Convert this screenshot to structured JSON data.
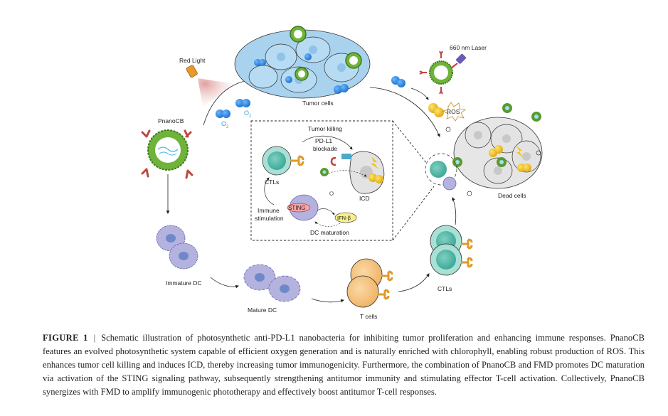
{
  "figure": {
    "labels": {
      "red_light": "Red Light",
      "pnanocb": "PnanoCB",
      "o2": "O",
      "o2_sub": "2",
      "tumor_cells": "Tumor cells",
      "laser": "660 nm Laser",
      "ros": "ROS",
      "dead_cells": "Dead cells",
      "immature_dc": "Immature DC",
      "mature_dc": "Mature DC",
      "t_cells": "T cells",
      "ctls_bottom": "CTLs"
    },
    "inset": {
      "title": "Tumor killing",
      "pdl1_line1": "PD-L1",
      "pdl1_line2": "blockade",
      "ctls": "CTLs",
      "icd": "ICD",
      "immune_line1": "Immune",
      "immune_line2": "stimulation",
      "sting": "STING",
      "ifn": "IFN-β",
      "dc_maturation": "DC maturation"
    },
    "colors": {
      "tumor_cell": "#a9d2ee",
      "nanobacteria_green": "#5a9a2e",
      "o2_blue": "#2f8fe0",
      "dead_cell": "#e6e6e6",
      "dc_purple": "#b4b2de",
      "tcell_orange": "#f6c98a",
      "ctl_teal": "#8fd6c8",
      "antibody_red": "#c0463e",
      "ros_yellow": "#f2c21a"
    }
  },
  "caption": {
    "figure_label": "FIGURE 1",
    "separator": "|",
    "text": "Schematic illustration of photosynthetic anti-PD-L1 nanobacteria for inhibiting tumor proliferation and enhancing immune responses. PnanoCB features an evolved photosynthetic system capable of efficient oxygen generation and is naturally enriched with chlorophyll, enabling robust production of ROS. This enhances tumor cell killing and induces ICD, thereby increasing tumor immunogenicity. Furthermore, the combination of PnanoCB and FMD promotes DC maturation via activation of the STING signaling pathway, subsequently strengthening antitumor immunity and stimulating effector T-cell activation. Collectively, PnanoCB synergizes with FMD to amplify immunogenic phototherapy and effectively boost antitumor T-cell responses."
  }
}
